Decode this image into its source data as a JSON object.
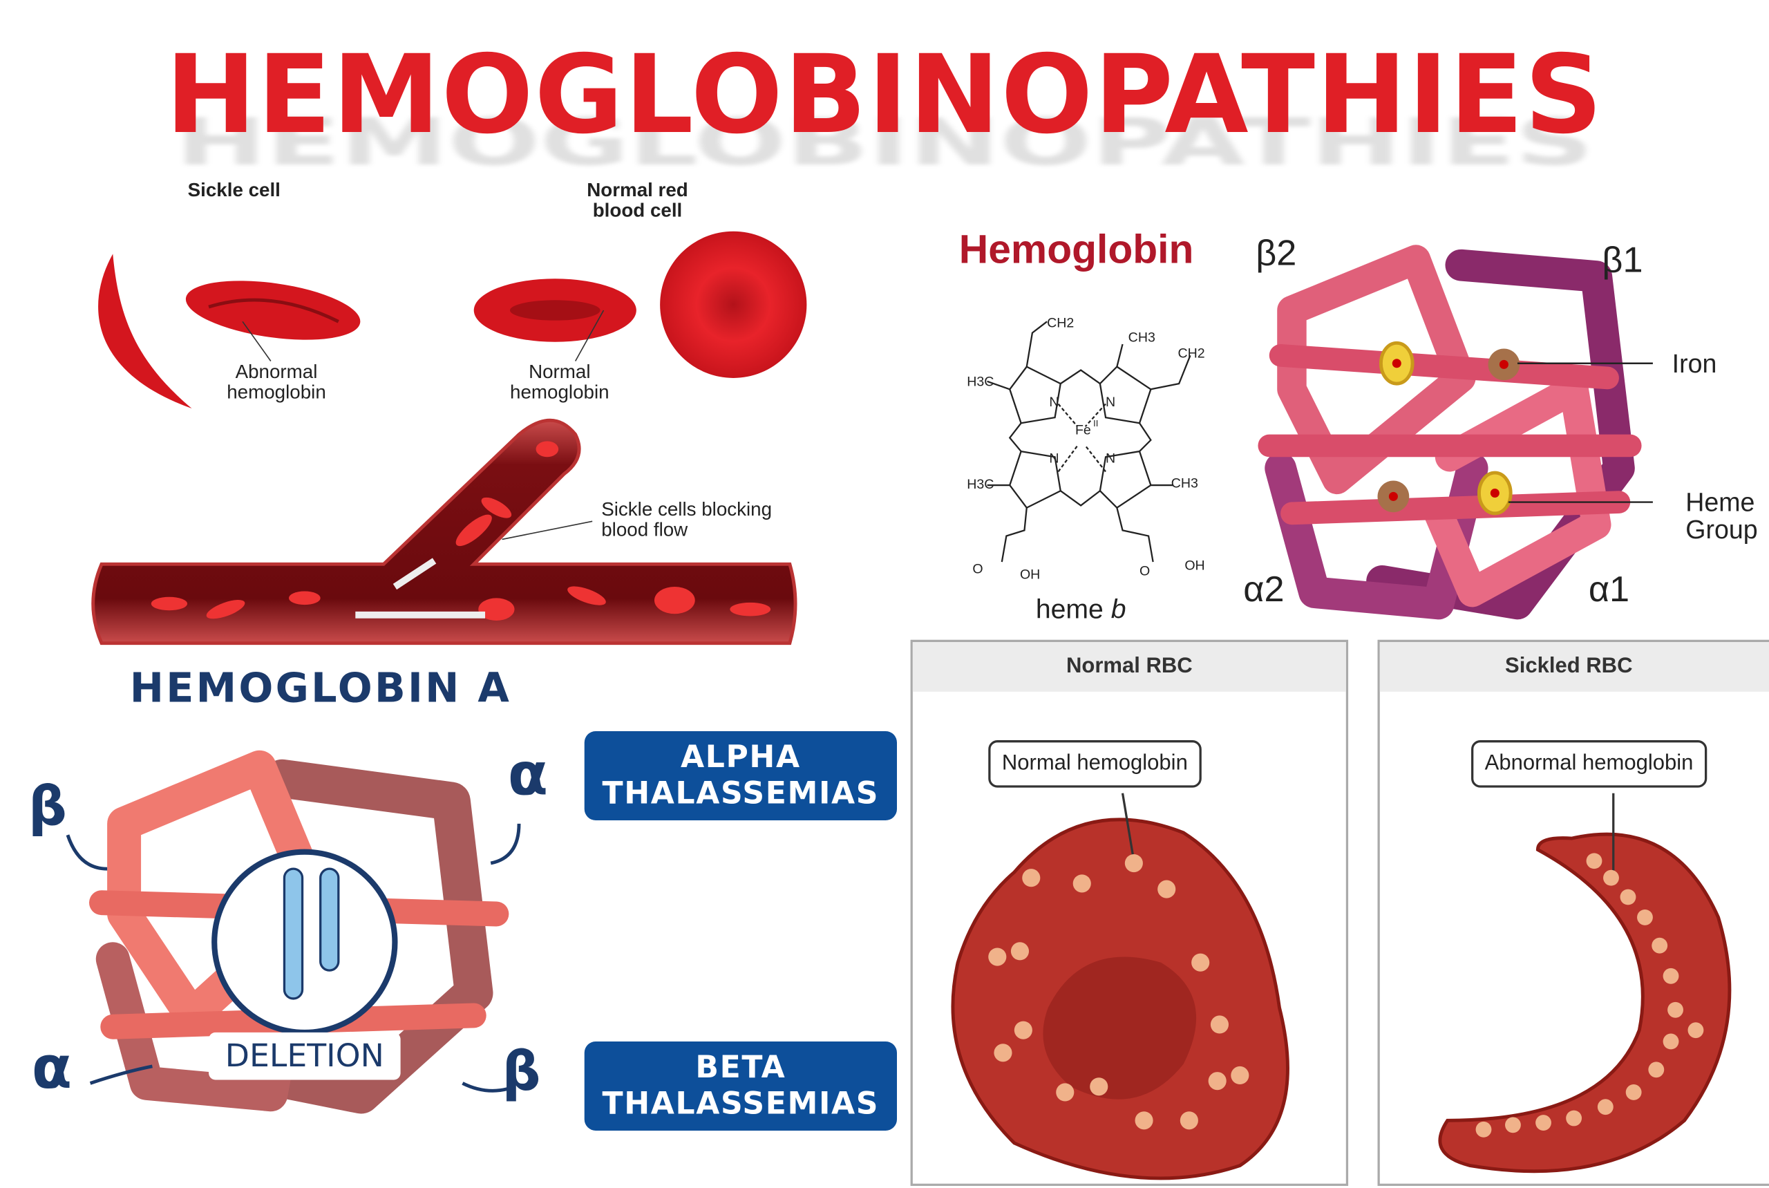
{
  "title": "HEMOGLOBINOPATHIES",
  "sickle_section": {
    "sickle_cell_label": "Sickle cell",
    "normal_rbc_label": "Normal red blood cell",
    "abnormal_hemoglobin_label": "Abnormal hemoglobin",
    "normal_hemoglobin_label": "Normal hemoglobin",
    "blocking_label": "Sickle cells blocking blood flow"
  },
  "heme": {
    "heading": "Hemoglobin",
    "atoms": {
      "ch2_a": "CH2",
      "ch2_b": "CH2",
      "ch3_a": "CH3",
      "ch3_b": "CH3",
      "h3c_a": "H3C",
      "h3c_b": "H3C",
      "n1": "N",
      "n2": "N",
      "n3": "N",
      "n4": "N",
      "fe": "Fe",
      "fe_ox": "II",
      "o1": "O",
      "oh1": "OH",
      "o2": "O",
      "oh2": "OH"
    },
    "caption": "heme",
    "caption_italic": "b"
  },
  "tetramer": {
    "beta2": "β2",
    "beta1": "β1",
    "alpha2": "α2",
    "alpha1": "α1",
    "iron": "Iron",
    "heme_group": "Heme Group"
  },
  "hba": {
    "heading": "HEMOGLOBIN A",
    "beta": "β",
    "alpha": "α",
    "deletion": "DELETION"
  },
  "thalassemias": {
    "alpha": [
      "ALPHA",
      "THALASSEMIAS"
    ],
    "beta": [
      "BETA",
      "THALASSEMIAS"
    ]
  },
  "panels": {
    "normal": {
      "header": "Normal RBC",
      "callout": "Normal hemoglobin"
    },
    "sickled": {
      "header": "Sickled RBC",
      "callout": "Abnormal hemoglobin"
    }
  },
  "colors": {
    "title": "#e01f26",
    "heading_red": "#b0182a",
    "navy": "#1b3a6b",
    "thal_blue": "#0d4f9a",
    "cell": "#b8322a"
  }
}
